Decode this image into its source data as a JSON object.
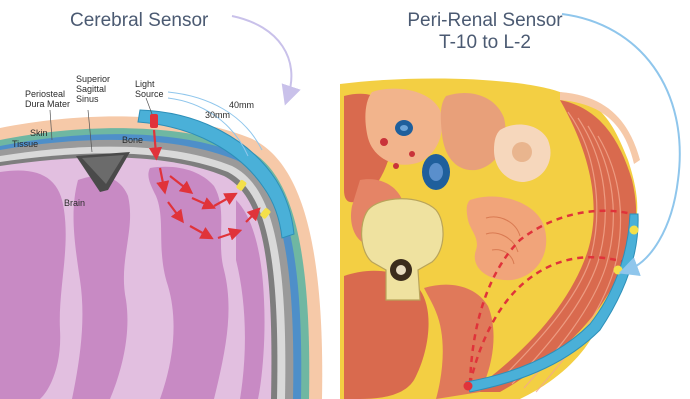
{
  "left_panel": {
    "title": "Cerebral Sensor",
    "labels": {
      "periosteal": [
        "Periosteal",
        "Dura Mater"
      ],
      "superior_sinus": [
        "Superior",
        "Sagittal",
        "Sinus"
      ],
      "light_source": [
        "Light",
        "Source"
      ],
      "depth_40": "40mm",
      "depth_30": "30mm",
      "skin": "Skin",
      "tissue": "Tissue",
      "bone": "Bone",
      "brain": "Brain"
    }
  },
  "right_panel": {
    "title_line1": "Peri-Renal Sensor",
    "title_line2": "T-10 to L-2"
  },
  "colors": {
    "title": "#4b5a72",
    "sensor_blue": "#4ab0d8",
    "brain_pink": "#c88ac4",
    "skin_peach": "#f6c9a8",
    "fat_yellow": "#f3cf43",
    "muscle_red": "#d96a4e",
    "light_path_red": "#e0333a",
    "arrow_blue": "#8fc6ec"
  }
}
